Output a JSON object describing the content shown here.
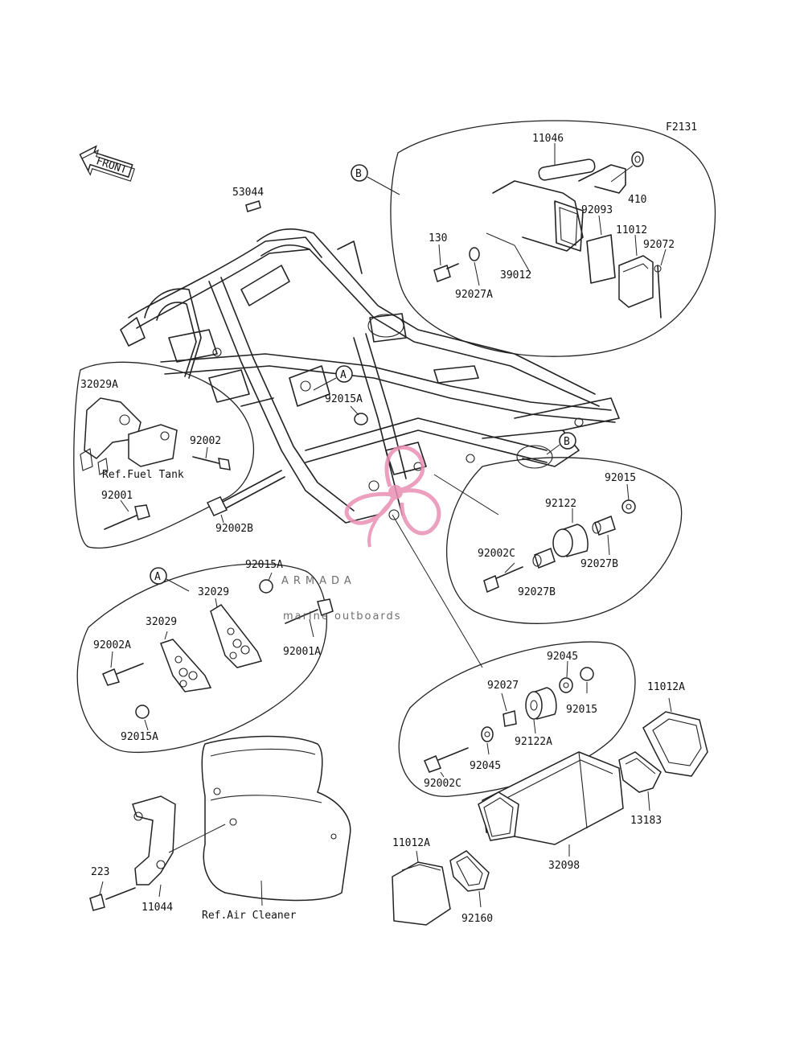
{
  "figure_code": "F2131",
  "front_label": "FRONT",
  "callouts": {
    "a": "A",
    "b": "B"
  },
  "watermark": {
    "brand": "ARMADA",
    "tagline": "marine outboards",
    "brand_color": "#555555",
    "logo_color": "#e98fb4"
  },
  "parts": [
    "11046",
    "410",
    "92093",
    "11012",
    "92072",
    "130",
    "39012",
    "92027A",
    "53044",
    "32029A",
    "92002",
    "92015A",
    "92001",
    "92002B",
    "92015",
    "92122",
    "92002C",
    "92027B",
    "92027B",
    "32029",
    "32029",
    "92002A",
    "92015A",
    "92001A",
    "92015A",
    "92045",
    "92027",
    "92015",
    "92122A",
    "92045",
    "92002C",
    "11012A",
    "13183",
    "32098",
    "11012A",
    "92160",
    "223",
    "11044"
  ],
  "references": {
    "fuel_tank": "Ref.Fuel Tank",
    "air_cleaner": "Ref.Air Cleaner"
  }
}
